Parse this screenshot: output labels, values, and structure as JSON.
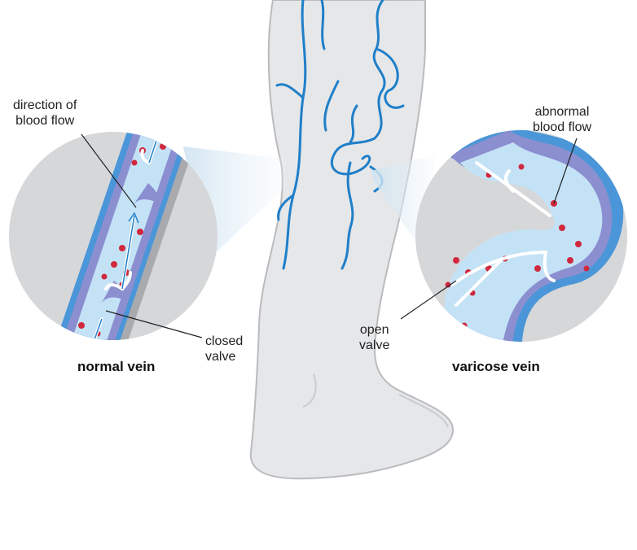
{
  "labels": {
    "direction_line1": "direction of",
    "direction_line2": "blood flow",
    "closed_line1": "closed",
    "closed_line2": "valve",
    "abnormal_line1": "abnormal",
    "abnormal_line2": "blood flow",
    "open_line1": "open",
    "open_line2": "valve"
  },
  "titles": {
    "normal": "normal vein",
    "varicose": "varicose vein"
  },
  "colors": {
    "vein": "#1f7fc9",
    "vein_wall": "#8b8fd0",
    "lumen": "#c4e2f6",
    "blood_cell": "#d0283c",
    "skin": "#e6e7e9",
    "circle_bg": "#d6d7d9"
  }
}
